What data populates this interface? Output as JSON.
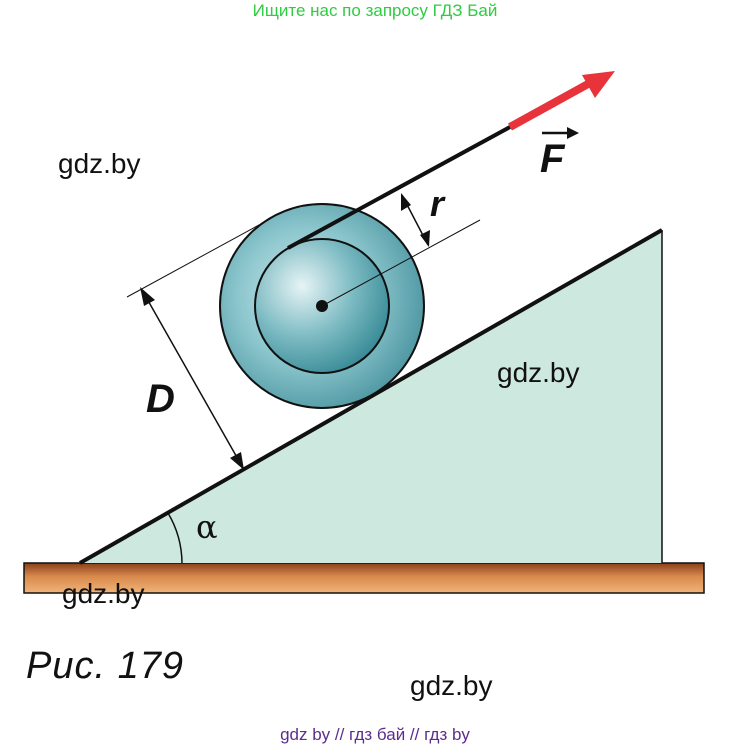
{
  "banner": {
    "text": "Ищите нас по запросу ГДЗ Бай",
    "color": "#2ecc40"
  },
  "watermarks": [
    "gdz.by",
    "gdz.by",
    "gdz.by",
    "gdz.by"
  ],
  "figure": {
    "labels": {
      "force": "F",
      "radius": "r",
      "diameter": "D",
      "angle": "α"
    },
    "colors": {
      "wedge_fill": "#cde9df",
      "wheel_outer": "#5aa3ad",
      "wheel_inner": "#3f8f9a",
      "force_arrow": "#e8333b",
      "ground": "#c9804a"
    }
  },
  "caption": "Рис. 179",
  "footer": {
    "text": "gdz by  //  гдз бай  //  гдз by",
    "color": "#5b2d8e"
  }
}
